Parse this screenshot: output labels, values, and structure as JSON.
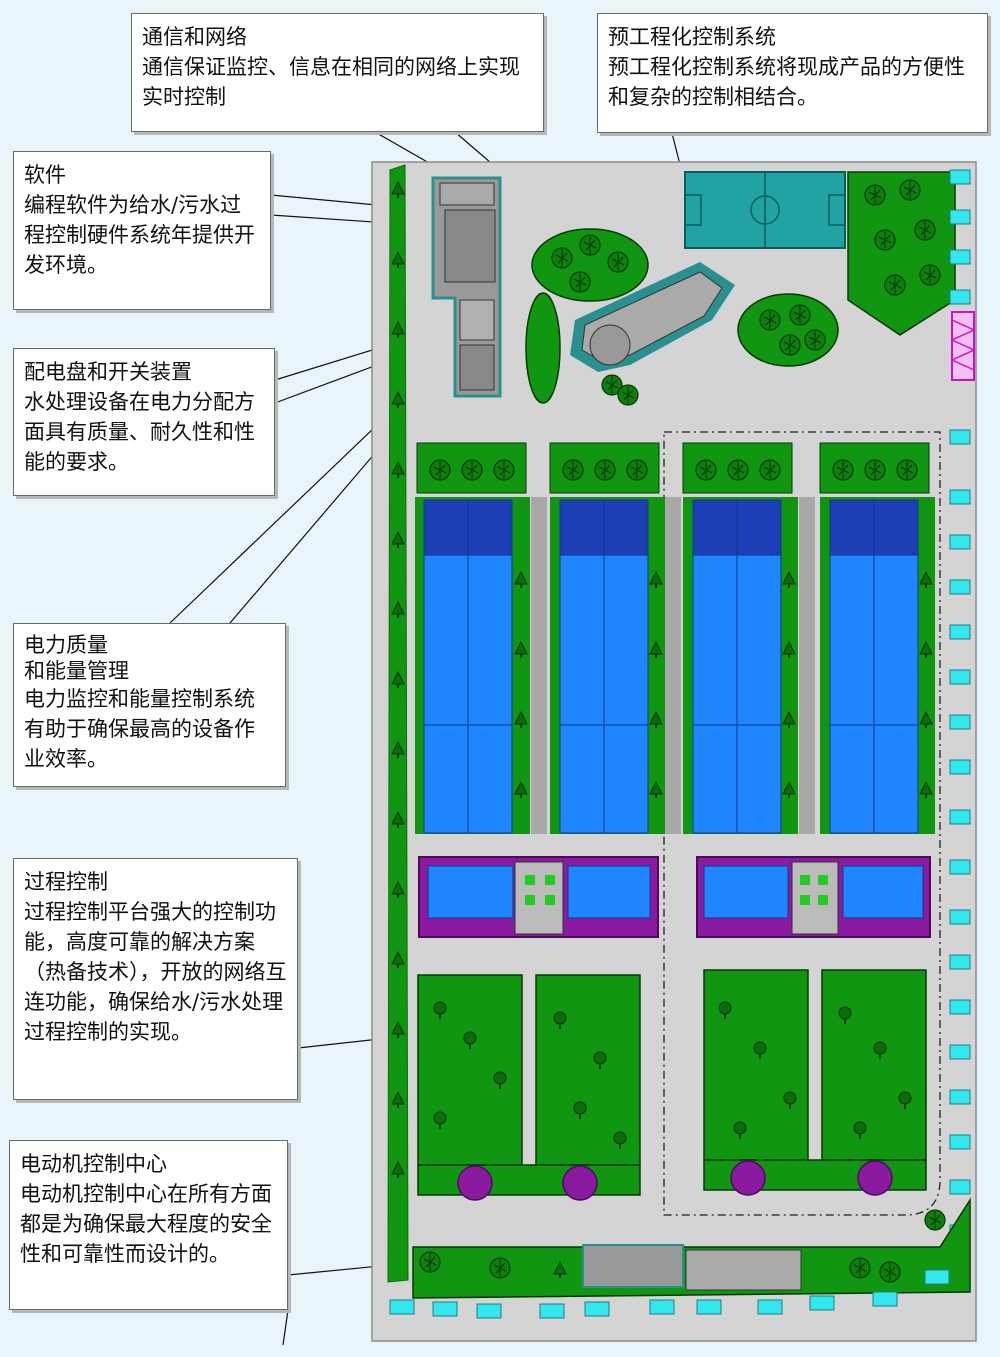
{
  "callouts": [
    {
      "id": "comm",
      "title": "通信和网络",
      "text": "通信保证监控、信息在相同的网络上实现实时控制"
    },
    {
      "id": "preeng",
      "title": "预工程化控制系统",
      "text": "预工程化控制系统将现成产品的方便性和复杂的控制相结合。"
    },
    {
      "id": "software",
      "title": "软件",
      "text": "编程软件为给水/污水过程控制硬件系统年提供开发环境。"
    },
    {
      "id": "switchgear",
      "title": "配电盘和开关装置",
      "text": "水处理设备在电力分配方面具有质量、耐久性和性能的要求。"
    },
    {
      "id": "power",
      "title": "电力质量\n和能量管理",
      "text": "电力监控和能量控制系统有助于确保最高的设备作业效率。"
    },
    {
      "id": "process",
      "title": "过程控制",
      "text": "过程控制平台强大的控制功能，高度可靠的解决方案（热备技术），开放的网络互连功能，确保给水/污水处理过程控制的实现。"
    },
    {
      "id": "mcc",
      "title": "电动机控制中心",
      "text": "电动机控制中心在所有方面都是为确保最大程度的安全性和可靠性而设计的。"
    }
  ],
  "colors": {
    "ground": "#d4d4d4",
    "grass": "#119611",
    "dark_grass": "#0a6e0a",
    "water": "#1f86ff",
    "deep_water": "#1c3fb5",
    "building": "#999999",
    "building_outline": "#2a8f8f",
    "purple": "#8a1aa0",
    "cyan": "#34e6ee",
    "court": "#22a3a3",
    "pink": "#d010c0",
    "line": "#111111"
  },
  "icons": [
    "tree-icon",
    "pine-icon",
    "palm-icon"
  ]
}
